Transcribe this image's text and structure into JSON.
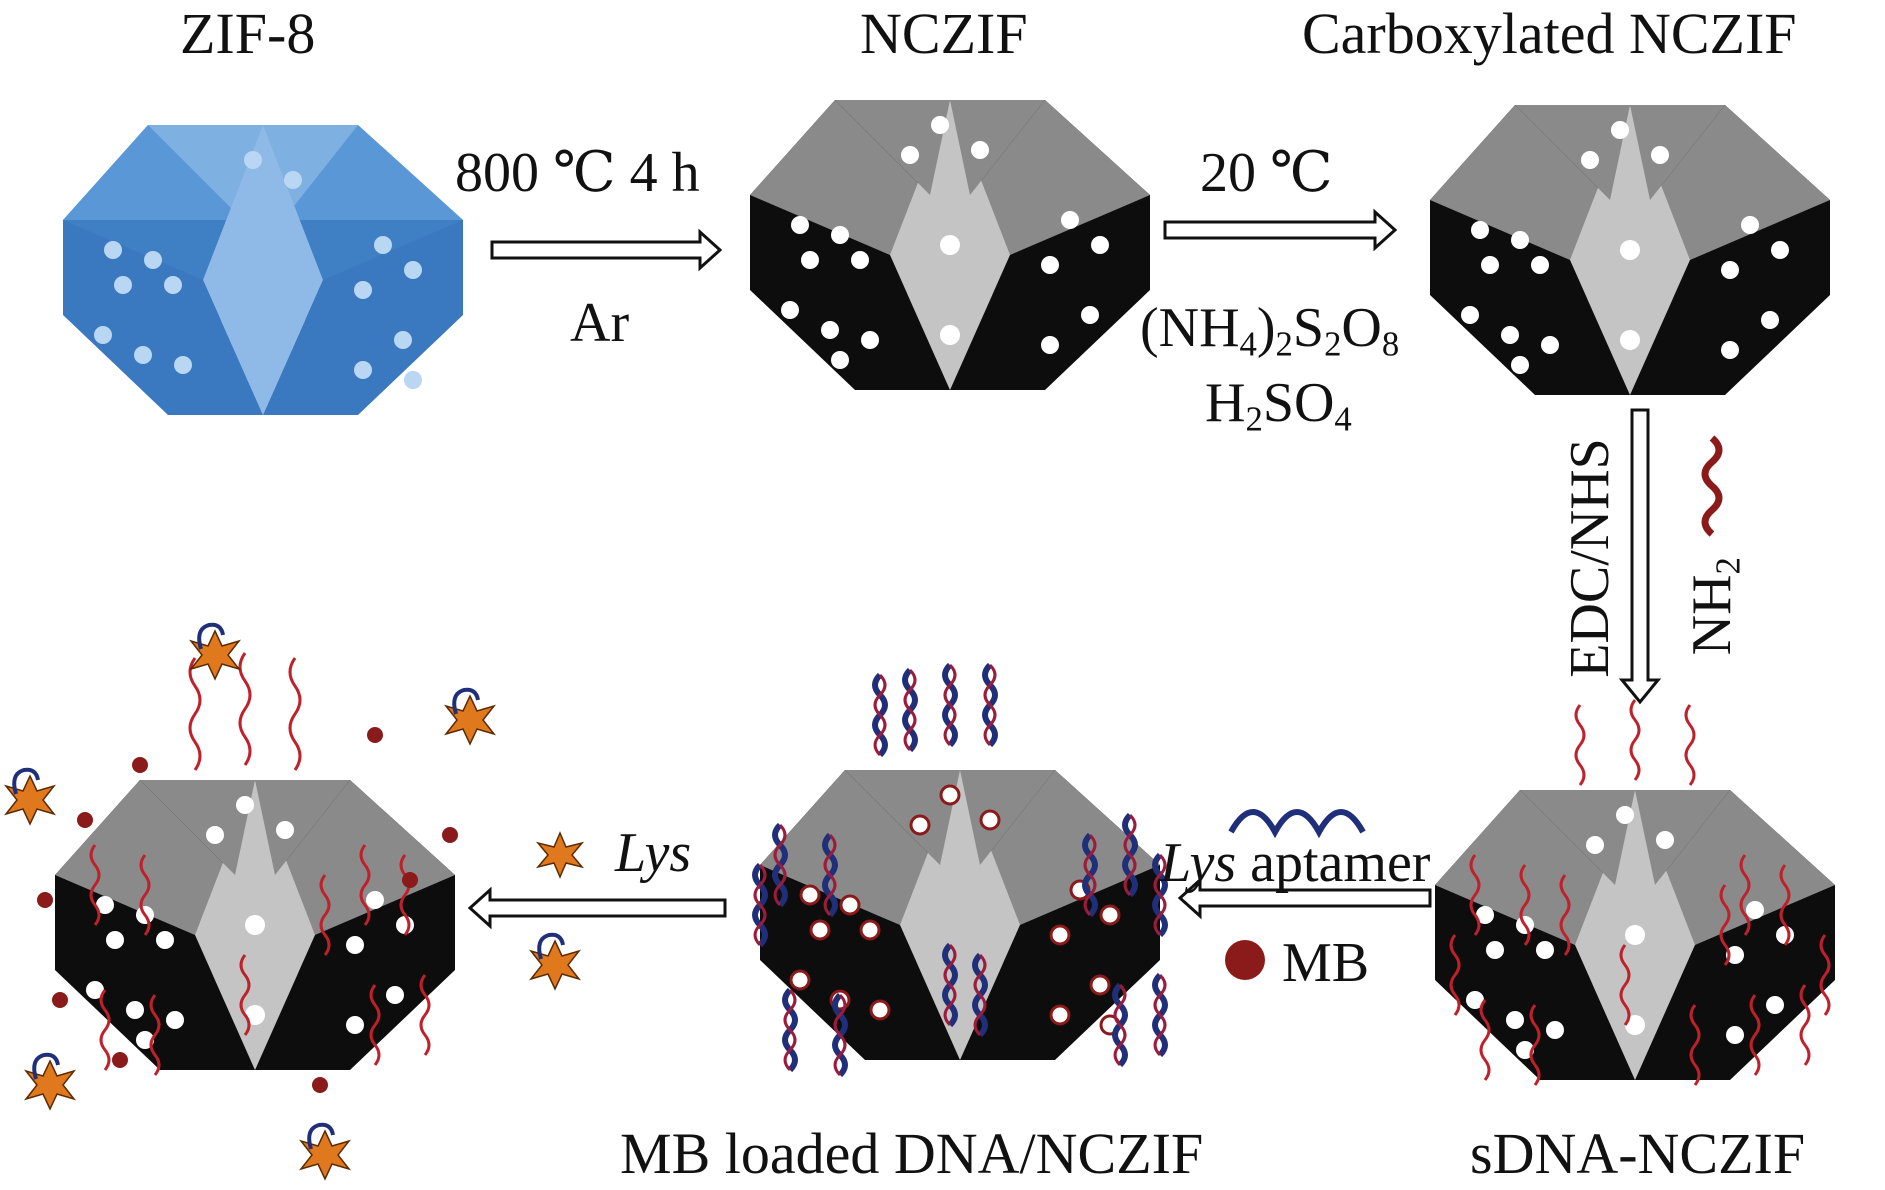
{
  "titles": {
    "zif8": "ZIF-8",
    "nczif": "NCZIF",
    "carboxylated": "Carboxylated  NCZIF",
    "sdna": "sDNA-NCZIF",
    "mb_loaded": "MB loaded DNA/NCZIF"
  },
  "step1": {
    "top": "800 ℃  4 h",
    "bottom": "Ar"
  },
  "step2": {
    "top": "20 ℃",
    "reagent1_a": "(NH",
    "reagent1_b": "4",
    "reagent1_c": ")",
    "reagent1_d": "2",
    "reagent1_e": "S",
    "reagent1_f": "2",
    "reagent1_g": "O",
    "reagent1_h": "8",
    "reagent2_a": "H",
    "reagent2_b": "2",
    "reagent2_c": "SO",
    "reagent2_d": "4"
  },
  "step3": {
    "left": "EDC/NHS",
    "right_a": "NH",
    "right_b": "2"
  },
  "step4": {
    "top_italic": "Lys",
    "top_rest": " aptamer",
    "bottom": "MB"
  },
  "step5": {
    "label": "Lys"
  },
  "colors": {
    "zif_blue": "#4f8fd0",
    "carbon_black": "#0d0d0d",
    "carbon_gray": "#8c8c8c",
    "dna_red": "#c0202a",
    "aptamer_blue": "#1f2f7a",
    "lys_orange": "#e0781e",
    "mb_red": "#8b1a1a"
  }
}
